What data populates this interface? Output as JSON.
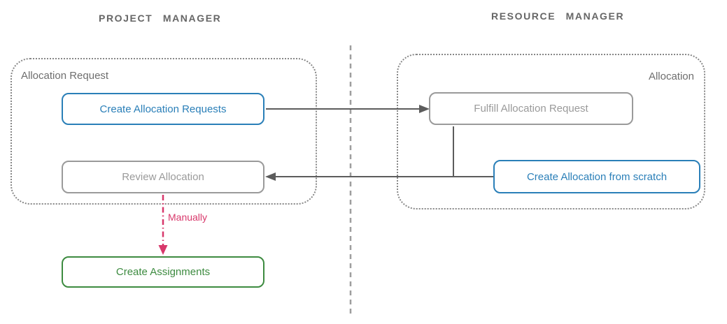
{
  "lanes": {
    "project_manager": {
      "title": "PROJECT MANAGER"
    },
    "resource_manager": {
      "title": "RESOURCE MANAGER"
    }
  },
  "groups": {
    "allocation_request": {
      "label": "Allocation Request"
    },
    "allocation": {
      "label": "Allocation"
    }
  },
  "nodes": {
    "create_allocation_requests": {
      "label": "Create Allocation Requests",
      "color": "#2a7fb8"
    },
    "fulfill_allocation_request": {
      "label": "Fulfill Allocation Request",
      "color": "#9a9a9a"
    },
    "review_allocation": {
      "label": "Review Allocation",
      "color": "#9a9a9a"
    },
    "create_allocation_from_scratch": {
      "label": "Create Allocation from scratch",
      "color": "#2a7fb8"
    },
    "create_assignments": {
      "label": "Create Assignments",
      "color": "#3d8b40"
    }
  },
  "edges": {
    "manually_label": "Manually"
  },
  "colors": {
    "blue_accent": "#2a7fb8",
    "gray_node": "#9a9a9a",
    "green_accent": "#3d8b40",
    "pink_accent": "#d8386b",
    "connector": "#5c5c5c",
    "separator": "#9e9e9e",
    "lane_title": "#666666",
    "group_border": "#878787"
  }
}
